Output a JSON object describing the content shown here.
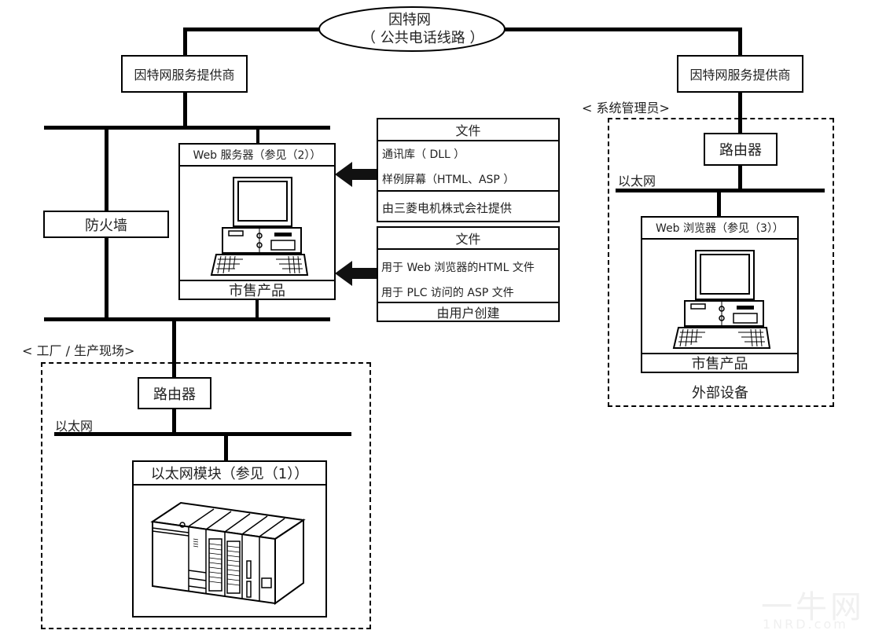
{
  "internet": {
    "title": "因特网",
    "subtitle": "（  公共电话线路  ）"
  },
  "isp_left": {
    "label": "因特网服务提供商"
  },
  "isp_right": {
    "label": "因特网服务提供商"
  },
  "firewall": {
    "label": "防火墙"
  },
  "web_server": {
    "header": "Web 服务器（参见（2））",
    "footer": "市售产品",
    "icon": "desktop-computer-icon"
  },
  "files_provided": {
    "header": "文件",
    "items": [
      "通讯库（ DLL ）",
      "样例屏幕（HTML、ASP ）"
    ],
    "footer": "由三菱电机株式会社提供"
  },
  "files_user": {
    "header": "文件",
    "items": [
      "用于 Web 浏览器的HTML 文件",
      "用于 PLC 访问的 ASP 文件"
    ],
    "footer": "由用户创建"
  },
  "admin_zone": {
    "label": "< 系统管理员>",
    "router": "路由器",
    "ethernet": "以太网",
    "browser_header": "Web 浏览器（参见（3））",
    "browser_footer": "市售产品",
    "external_label": "外部设备"
  },
  "factory_zone": {
    "label": "< 工厂 / 生产现场>",
    "router": "路由器",
    "ethernet": "以太网",
    "module_header": "以太网模块（参见（1））",
    "icon": "plc-rack-icon"
  },
  "watermark": {
    "line1": "一牛网",
    "line2": "1NRD.com"
  }
}
